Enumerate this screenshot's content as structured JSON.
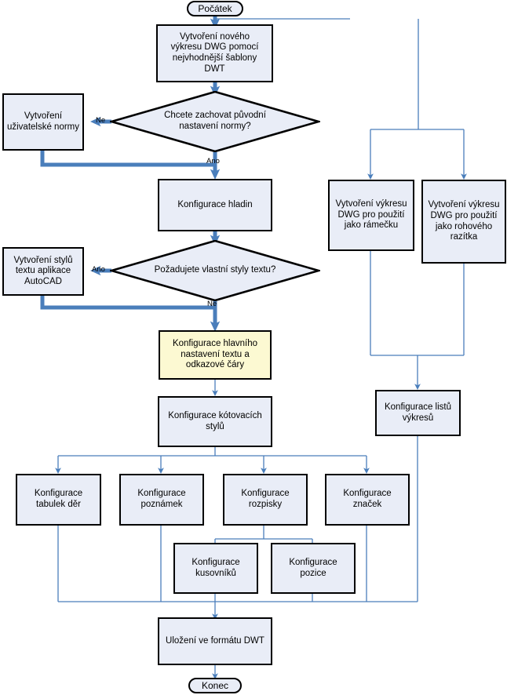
{
  "diagram": {
    "title": "Postup vytvoreni sablony DWT",
    "colors": {
      "node_fill": "#e9edf7",
      "node_highlight_fill": "#fcf9d2",
      "node_stroke": "#000000",
      "connector_thin": "#4a7ebb",
      "connector_thick": "#4a7ebb",
      "background": "#ffffff"
    },
    "nodes": [
      {
        "id": "start",
        "type": "terminator",
        "label": "Počátek"
      },
      {
        "id": "newdwg",
        "type": "process",
        "label": "Vytvoření nového\nvýkresu DWG pomocí\nnejvhodnější šablony\nDWT"
      },
      {
        "id": "dec_norm",
        "type": "decision",
        "label": "Chcete zachovat původní\nnastavení normy?"
      },
      {
        "id": "usernorm",
        "type": "process",
        "label": "Vytvoření\nuživatelské normy"
      },
      {
        "id": "layers",
        "type": "process",
        "label": "Konfigurace hladin"
      },
      {
        "id": "dec_text",
        "type": "decision",
        "label": "Požadujete vlastní styly textu?"
      },
      {
        "id": "textstyles",
        "type": "process",
        "label": "Vytvoření stylů\ntextu aplikace\nAutoCAD"
      },
      {
        "id": "maintext",
        "type": "process",
        "label": "Konfigurace hlavního\nnastavení textu a\nodkazové čáry",
        "highlight": true
      },
      {
        "id": "dimstyles",
        "type": "process",
        "label": "Konfigurace kótovacích\nstylů"
      },
      {
        "id": "frame",
        "type": "process",
        "label": "Vytvoření výkresu\nDWG pro použití\njako rámečku"
      },
      {
        "id": "stamp",
        "type": "process",
        "label": "Vytvoření výkresu\nDWG pro použití\njako rohového\nrazítka"
      },
      {
        "id": "sheets",
        "type": "process",
        "label": "Konfigurace listů\nvýkresů"
      },
      {
        "id": "holes",
        "type": "process",
        "label": "Konfigurace\ntabulek děr"
      },
      {
        "id": "notes",
        "type": "process",
        "label": "Konfigurace\npoznámek"
      },
      {
        "id": "rozpiska",
        "type": "process",
        "label": "Konfigurace\nrozpisky"
      },
      {
        "id": "marks",
        "type": "process",
        "label": "Konfigurace\nznaček"
      },
      {
        "id": "bom",
        "type": "process",
        "label": "Konfigurace\nkusovníků"
      },
      {
        "id": "balloon",
        "type": "process",
        "label": "Konfigurace\npozice"
      },
      {
        "id": "save",
        "type": "process",
        "label": "Uložení ve formátu DWT"
      },
      {
        "id": "end",
        "type": "terminator",
        "label": "Konec"
      }
    ],
    "edge_labels": [
      {
        "id": "norm_no",
        "text": "Ne"
      },
      {
        "id": "norm_yes",
        "text": "Ano"
      },
      {
        "id": "text_yes",
        "text": "Ano"
      },
      {
        "id": "text_no",
        "text": "Ne"
      }
    ]
  }
}
